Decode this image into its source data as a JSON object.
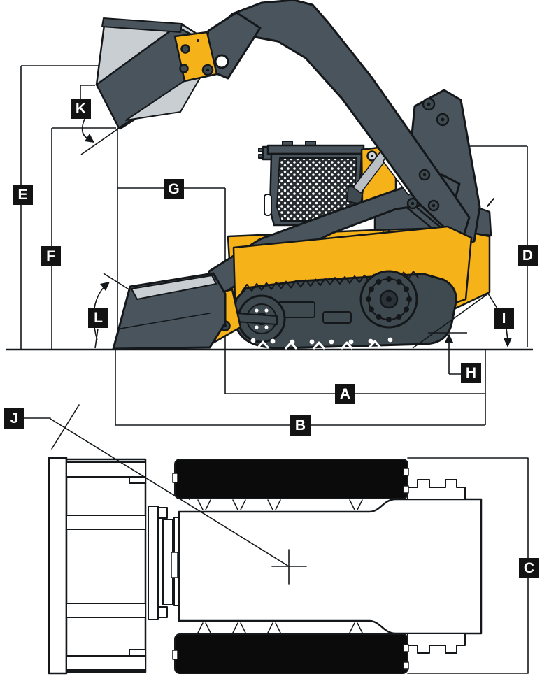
{
  "labels": {
    "a": "A",
    "b": "B",
    "c": "C",
    "d": "D",
    "e": "E",
    "f": "F",
    "g": "G",
    "h": "H",
    "i": "I",
    "j": "J",
    "k": "K",
    "l": "L"
  },
  "colors": {
    "yellow": "#F6B219",
    "gray": "#4A545C",
    "gray_dark": "#3F4950",
    "light": "#C9CED2",
    "rod": "#B9BFC4",
    "line": "#14181B",
    "track": "#0B0B0B",
    "screen": "#262C30",
    "dot": "#FFFFFF",
    "label_bg": "#131313",
    "label_text": "#FFFFFF",
    "bg": "#FFFFFF"
  }
}
